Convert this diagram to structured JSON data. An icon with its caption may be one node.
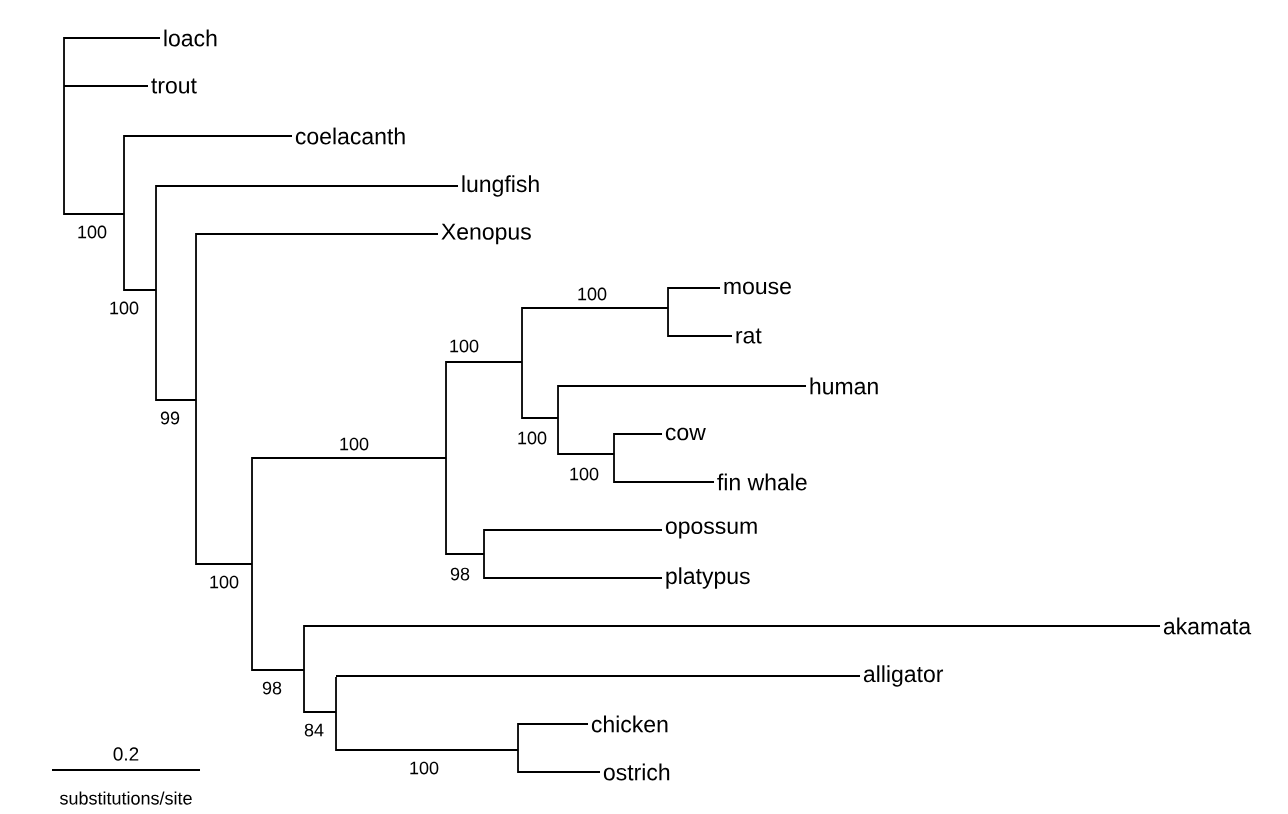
{
  "diagram": {
    "nodes": [
      {
        "text": [
          "loach"
        ]
      },
      {
        "text": [
          "trout"
        ]
      },
      {
        "text": [
          "coelacanth"
        ]
      },
      {
        "text": [
          "lungfish"
        ]
      },
      {
        "text": [
          "Xenopus"
        ]
      },
      {
        "text": [
          "mouse"
        ]
      },
      {
        "text": [
          "rat"
        ]
      },
      {
        "text": [
          "human"
        ]
      },
      {
        "text": [
          "cow"
        ]
      },
      {
        "text": [
          "fin whale"
        ]
      },
      {
        "text": [
          "opossum"
        ]
      },
      {
        "text": [
          "platypus"
        ]
      },
      {
        "text": [
          "akamata"
        ]
      },
      {
        "text": [
          "alligator"
        ]
      },
      {
        "text": [
          "chicken"
        ]
      },
      {
        "text": [
          "ostrich"
        ]
      },
      {
        "text": [],
        "shape": "bar"
      },
      {
        "text": [],
        "shape": "bar"
      },
      {
        "text": [],
        "shape": "bar"
      },
      {
        "text": [],
        "shape": "bar"
      },
      {
        "text": [],
        "shape": "bar"
      },
      {
        "text": [],
        "shape": "bar"
      },
      {
        "text": [],
        "shape": "bar"
      },
      {
        "text": [],
        "shape": "bar"
      },
      {
        "text": [],
        "shape": "bar"
      },
      {
        "text": [],
        "shape": "bar"
      },
      {
        "text": [],
        "shape": "bar"
      },
      {
        "text": [],
        "shape": "bar"
      },
      {
        "text": [],
        "shape": "bar"
      },
      {
        "text": [],
        "shape": "bar"
      }
    ],
    "edges": [
      {
        "from": 16,
        "to": 0,
        "arrow": "none"
      },
      {
        "from": 16,
        "to": 1,
        "arrow": "none"
      },
      {
        "from": 16,
        "to": 17,
        "arrow": "none",
        "label": "100"
      },
      {
        "from": 17,
        "to": 2,
        "arrow": "none"
      },
      {
        "from": 17,
        "to": 18,
        "arrow": "none",
        "label": "100"
      },
      {
        "from": 18,
        "to": 3,
        "arrow": "none"
      },
      {
        "from": 18,
        "to": 19,
        "arrow": "none",
        "label": "99"
      },
      {
        "from": 19,
        "to": 4,
        "arrow": "none"
      },
      {
        "from": 19,
        "to": 20,
        "arrow": "none",
        "label": "100"
      },
      {
        "from": 20,
        "to": 21,
        "arrow": "none",
        "label": "100"
      },
      {
        "from": 21,
        "to": 22,
        "arrow": "none",
        "label": "100"
      },
      {
        "from": 22,
        "to": 23,
        "arrow": "none",
        "label": "100"
      },
      {
        "from": 23,
        "to": 5,
        "arrow": "none"
      },
      {
        "from": 23,
        "to": 6,
        "arrow": "none"
      },
      {
        "from": 22,
        "to": 24,
        "arrow": "none",
        "label": "100"
      },
      {
        "from": 24,
        "to": 7,
        "arrow": "none"
      },
      {
        "from": 24,
        "to": 25,
        "arrow": "none",
        "label": "100"
      },
      {
        "from": 25,
        "to": 8,
        "arrow": "none"
      },
      {
        "from": 25,
        "to": 9,
        "arrow": "none"
      },
      {
        "from": 21,
        "to": 26,
        "arrow": "none",
        "label": "98"
      },
      {
        "from": 26,
        "to": 10,
        "arrow": "none"
      },
      {
        "from": 26,
        "to": 11,
        "arrow": "none"
      },
      {
        "from": 20,
        "to": 27,
        "arrow": "none",
        "label": "98"
      },
      {
        "from": 27,
        "to": 12,
        "arrow": "none"
      },
      {
        "from": 27,
        "to": 28,
        "arrow": "none",
        "label": "84"
      },
      {
        "from": 28,
        "to": 13,
        "arrow": "none"
      },
      {
        "from": 28,
        "to": 29,
        "arrow": "none",
        "label": "100"
      },
      {
        "from": 29,
        "to": 14,
        "arrow": "none"
      },
      {
        "from": 29,
        "to": 15,
        "arrow": "none"
      }
    ],
    "labels": [
      "0.2",
      "substitutions/site"
    ]
  }
}
